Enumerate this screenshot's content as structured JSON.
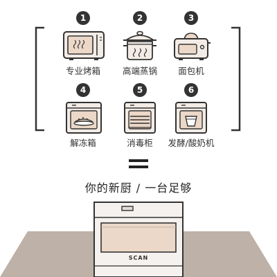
{
  "features": [
    {
      "number": "1",
      "label": "专业烤箱",
      "icon": "microwave-oven-icon"
    },
    {
      "number": "2",
      "label": "高端蒸锅",
      "icon": "steamer-pot-icon"
    },
    {
      "number": "3",
      "label": "面包机",
      "icon": "bread-toaster-icon"
    },
    {
      "number": "4",
      "label": "解冻箱",
      "icon": "thawing-oven-icon"
    },
    {
      "number": "5",
      "label": "消毒柜",
      "icon": "sterilizer-cabinet-icon"
    },
    {
      "number": "6",
      "label": "发酵/酸奶机",
      "icon": "yogurt-maker-icon"
    }
  ],
  "tagline": "你的新厨 / 一台足够",
  "product": {
    "brand": "SCAN"
  },
  "colors": {
    "line": "#333333",
    "appliance_fill": "#f3ece6",
    "window_fill": "#ecd8c8",
    "countertop": "#beb1a7",
    "product_body": "#f4f1ee"
  }
}
